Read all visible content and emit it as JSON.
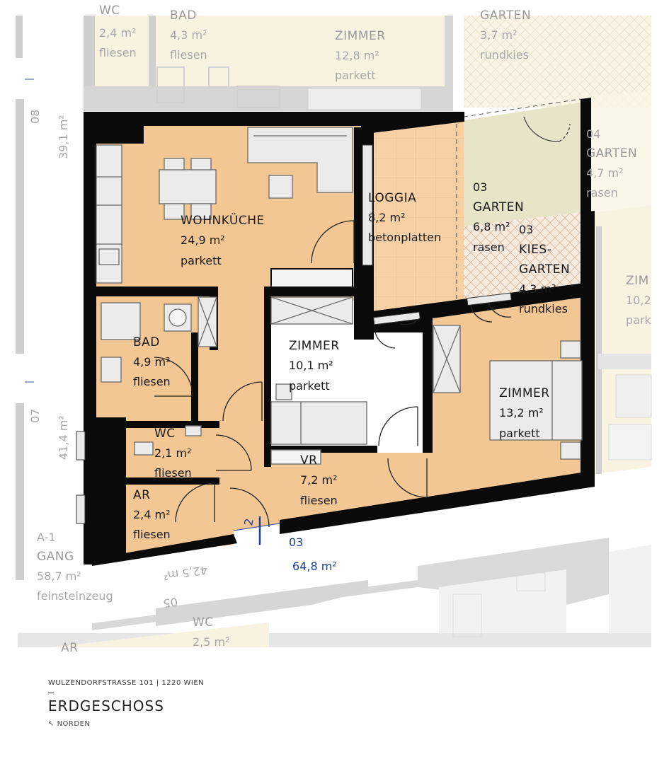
{
  "rooms": [
    {
      "name": "WOHNKÜCHE",
      "area": "24,9 m²",
      "floor": "parkett"
    },
    {
      "name": "LOGGIA",
      "area": "8,2 m²",
      "floor": "betonplatten"
    },
    {
      "name": "GARTEN",
      "number": "03",
      "area": "6,8 m²",
      "floor": "rasen"
    },
    {
      "name": "KIES-",
      "name2": "GARTEN",
      "number": "03",
      "area": "4,3 m²",
      "floor": "rundkies"
    },
    {
      "name": "BAD",
      "area": "4,9 m²",
      "floor": "fliesen"
    },
    {
      "name": "ZIMMER",
      "area": "10,1 m²",
      "floor": "parkett"
    },
    {
      "name": "ZIMMER",
      "area": "13,2 m²",
      "floor": "parkett"
    },
    {
      "name": "WC",
      "area": "2,1 m²",
      "floor": "fliesen"
    },
    {
      "name": "AR",
      "area": "2,4 m²",
      "floor": "fliesen"
    },
    {
      "name": "VR",
      "area": "7,2 m²",
      "floor": "fliesen"
    }
  ],
  "neighbors": [
    {
      "name": "WC",
      "area": "2,4 m²",
      "floor": "fliesen"
    },
    {
      "name": "BAD",
      "area": "4,3 m²",
      "floor": "fliesen"
    },
    {
      "name": "ZIMMER",
      "area": "12,8 m²",
      "floor": "parkett"
    },
    {
      "name": "GARTEN",
      "area": "3,7 m²",
      "floor": "rundkies"
    },
    {
      "number": "04",
      "name": "GARTEN",
      "area": "4,7 m²",
      "floor": "rasen"
    },
    {
      "name": "ZIM",
      "area": "10,2",
      "floor": "park"
    },
    {
      "number": "A-1",
      "name": "GANG",
      "area": "58,7 m²",
      "floor": "feinsteinzeug"
    },
    {
      "name": "WC",
      "area": "2,5 m²"
    },
    {
      "name": "AR"
    },
    {
      "number": "08",
      "area": "39,1 m²"
    },
    {
      "number": "07",
      "area": "41,4 m²"
    },
    {
      "number": "05",
      "area": "42,5 m²"
    }
  ],
  "unit": {
    "number": "03",
    "area": "64,8 m²",
    "entrance": "2"
  },
  "footer": {
    "address": "WULZENDORFSTRASSE 101 | 1220 WIEN",
    "title": "ERDGESCHOSS",
    "north": "NORDEN"
  },
  "colors": {
    "interior": "#f3c793",
    "loggia": "#f7d0a6",
    "garden": "#e8e4c8",
    "neighbor": "#f8f3e1",
    "wall": "#0a0a0a",
    "grey_wall": "#cfcfcf",
    "unit_label": "#1f3f9a"
  }
}
